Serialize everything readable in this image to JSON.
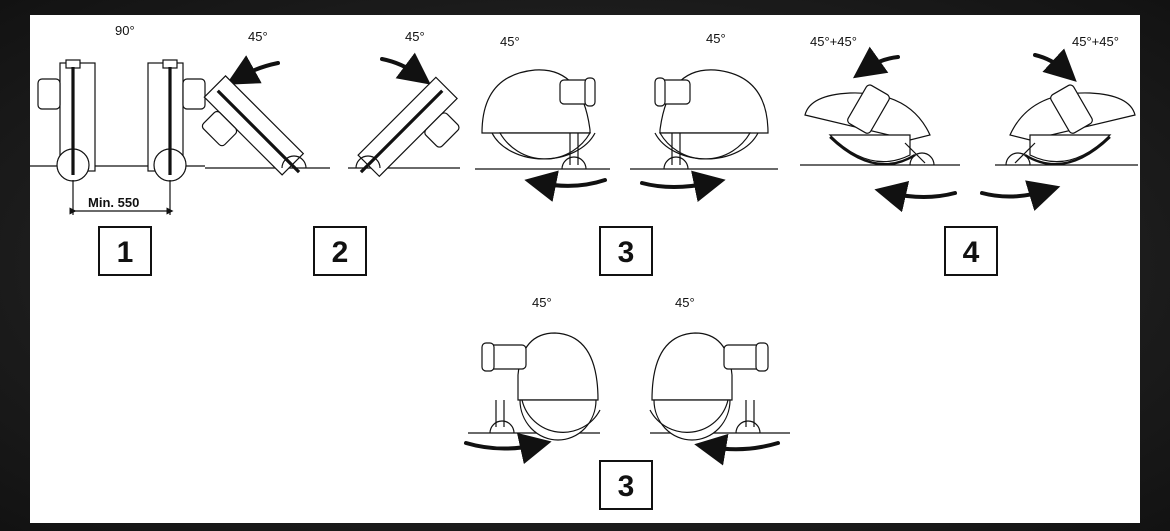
{
  "labels": {
    "a1": "90°",
    "a2l": "45°",
    "a2r": "45°",
    "a3l": "45°",
    "a3r": "45°",
    "a4l": "45°+45°",
    "a4r": "45°+45°",
    "a5l": "45°",
    "a5r": "45°",
    "min": "Min. 550"
  },
  "steps": [
    "1",
    "2",
    "3",
    "4",
    "3"
  ],
  "colors": {
    "ink": "#111111",
    "panel": "#ffffff",
    "frame": "#1c1c1c"
  }
}
